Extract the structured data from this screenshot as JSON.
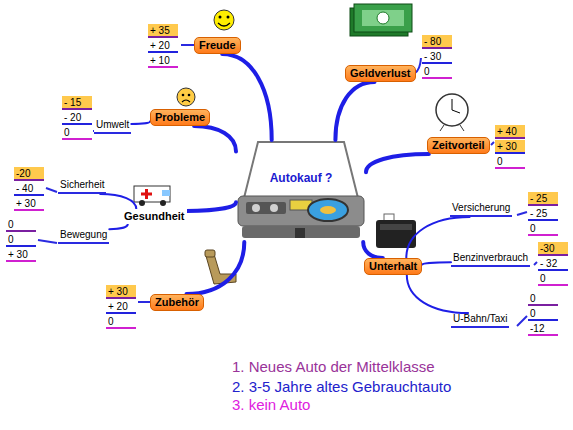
{
  "diagram": {
    "nodes": [
      {
        "text": [
          "Autokauf ?"
        ]
      },
      {
        "text": [
          "Freude"
        ]
      },
      {
        "text": [
          "Geldverlust"
        ]
      },
      {
        "text": [
          "Probleme"
        ]
      },
      {
        "text": [
          "Umwelt"
        ]
      },
      {
        "text": [
          "Zeitvorteil"
        ]
      },
      {
        "text": [
          "Gesundheit"
        ]
      },
      {
        "text": [
          "Sicherheit"
        ]
      },
      {
        "text": [
          "Bewegung"
        ]
      },
      {
        "text": [
          "Unterhalt"
        ]
      },
      {
        "text": [
          "Versicherung"
        ]
      },
      {
        "text": [
          "Benzinverbrauch"
        ]
      },
      {
        "text": [
          "U-Bahn/Taxi"
        ]
      },
      {
        "text": [
          "Zubehör"
        ]
      }
    ],
    "edges": [
      {
        "from": 0,
        "to": 1,
        "arrow": "none"
      },
      {
        "from": 0,
        "to": 2,
        "arrow": "none"
      },
      {
        "from": 0,
        "to": 3,
        "arrow": "none"
      },
      {
        "from": 3,
        "to": 4,
        "arrow": "none"
      },
      {
        "from": 0,
        "to": 5,
        "arrow": "none"
      },
      {
        "from": 0,
        "to": 6,
        "arrow": "none"
      },
      {
        "from": 6,
        "to": 7,
        "arrow": "none"
      },
      {
        "from": 6,
        "to": 8,
        "arrow": "none"
      },
      {
        "from": 0,
        "to": 9,
        "arrow": "none"
      },
      {
        "from": 9,
        "to": 10,
        "arrow": "none"
      },
      {
        "from": 9,
        "to": 11,
        "arrow": "none"
      },
      {
        "from": 9,
        "to": 12,
        "arrow": "none"
      },
      {
        "from": 0,
        "to": 13,
        "arrow": "none"
      }
    ],
    "labels": [
      "+ 35",
      "+ 20",
      "+ 10",
      "- 80",
      "- 30",
      "0",
      "- 15",
      "- 20",
      "0",
      "+ 40",
      "+ 30",
      "0",
      "-20",
      "- 40",
      "+ 30",
      "0",
      "0",
      "+ 30",
      "+ 30",
      "+ 20",
      "0",
      "- 25",
      "- 25",
      "0",
      "-30",
      "- 32",
      "0",
      "0",
      "0",
      "-12"
    ],
    "legend": [
      {
        "text": "1. Neues Auto der Mittelklasse",
        "color": "#993399"
      },
      {
        "text": "2. 3-5 Jahre altes Gebrauchtauto",
        "color": "#2222cc"
      },
      {
        "text": "3. kein Auto",
        "color": "#e020e0"
      }
    ]
  }
}
